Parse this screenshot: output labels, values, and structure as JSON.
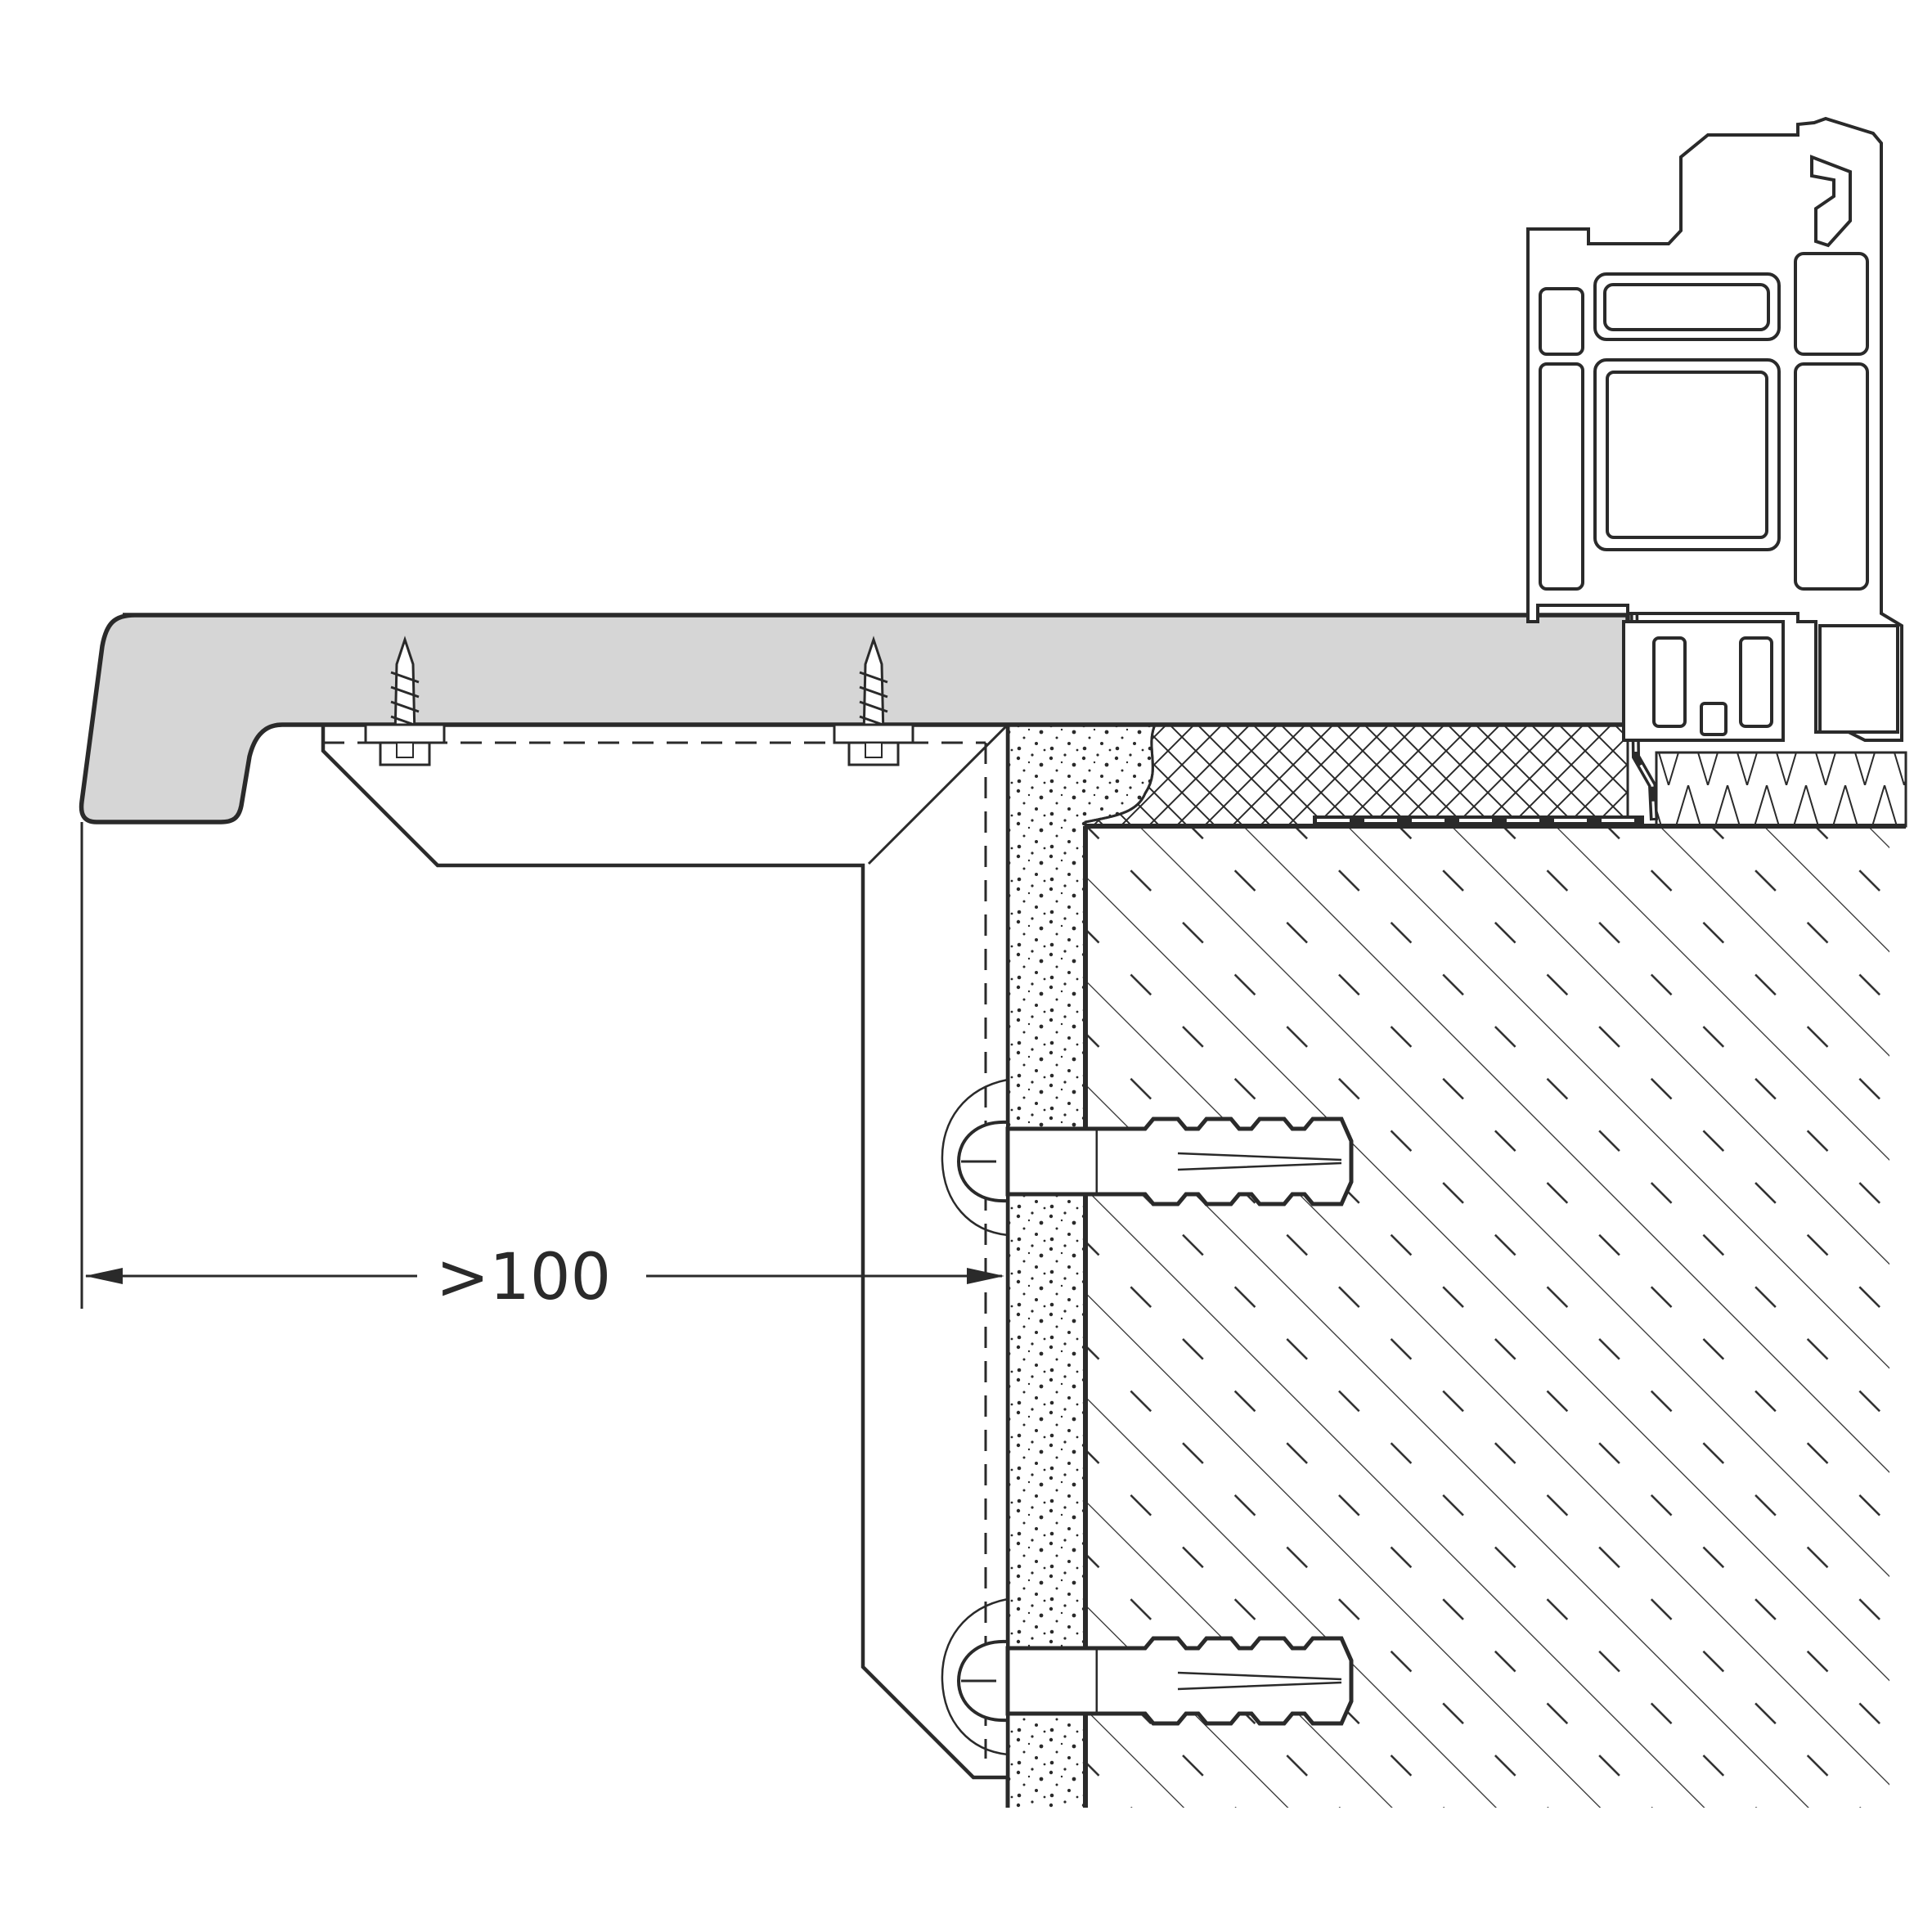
{
  "dimension": {
    "label": ">100"
  },
  "colors": {
    "line": "#2a2a2a",
    "sill_fill": "#d6d6d6",
    "background": "#ffffff"
  },
  "components": {
    "window_sill": "window-sill",
    "mounting_bracket": "mounting-bracket",
    "wood_screws": 2,
    "wall_anchors": 2,
    "window_frame": "pvc-window-profile",
    "plaster_layer": "plaster-layer",
    "masonry_wall": "masonry-wall",
    "insulation": "insulation-layer"
  }
}
